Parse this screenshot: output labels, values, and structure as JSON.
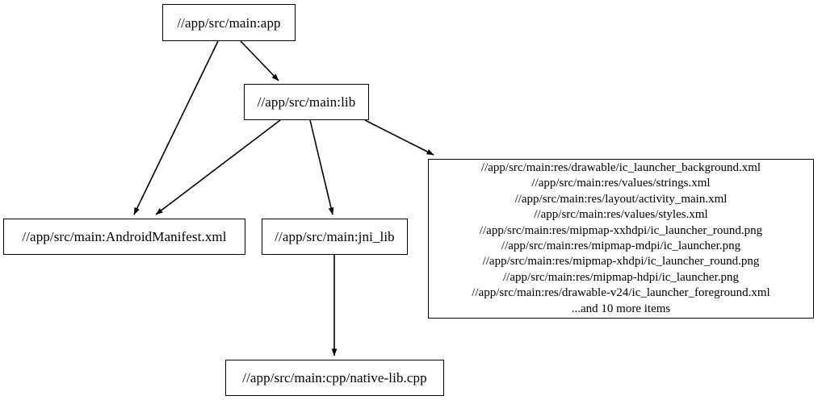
{
  "graph": {
    "background_color": "#ffffff",
    "line_color": "#000000",
    "nodes": [
      {
        "id": "app",
        "label": "//app/src/main:app"
      },
      {
        "id": "lib",
        "label": "//app/src/main:lib"
      },
      {
        "id": "manifest",
        "label": "//app/src/main:AndroidManifest.xml"
      },
      {
        "id": "jni_lib",
        "label": "//app/src/main:jni_lib"
      },
      {
        "id": "cpp",
        "label": "//app/src/main:cpp/native-lib.cpp"
      },
      {
        "id": "res",
        "lines": [
          "//app/src/main:res/drawable/ic_launcher_background.xml",
          "//app/src/main:res/values/strings.xml",
          "//app/src/main:res/layout/activity_main.xml",
          "//app/src/main:res/values/styles.xml",
          "//app/src/main:res/mipmap-xxhdpi/ic_launcher_round.png",
          "//app/src/main:res/mipmap-mdpi/ic_launcher.png",
          "//app/src/main:res/mipmap-xhdpi/ic_launcher_round.png",
          "//app/src/main:res/mipmap-hdpi/ic_launcher.png",
          "//app/src/main:res/drawable-v24/ic_launcher_foreground.xml",
          "...and 10 more items"
        ]
      }
    ],
    "edges": [
      {
        "from": "app",
        "to": "lib"
      },
      {
        "from": "app",
        "to": "manifest"
      },
      {
        "from": "lib",
        "to": "manifest"
      },
      {
        "from": "lib",
        "to": "jni_lib"
      },
      {
        "from": "lib",
        "to": "res"
      },
      {
        "from": "jni_lib",
        "to": "cpp"
      }
    ]
  }
}
